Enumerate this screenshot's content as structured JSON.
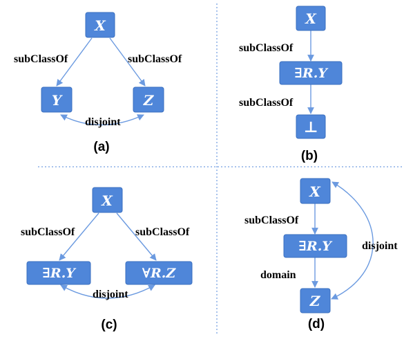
{
  "colors": {
    "node": "#4f86d9",
    "edge": "#6b9ae0",
    "divider": "#4f86d9"
  },
  "panels": {
    "a": {
      "caption": "(a)",
      "nodes": {
        "x": "X",
        "y": "Y",
        "z": "Z"
      },
      "edges": {
        "x_y": "subClassOf",
        "x_z": "subClassOf",
        "y_z": "disjoint"
      }
    },
    "b": {
      "caption": "(b)",
      "nodes": {
        "x": "X",
        "ry": "∃R.Y",
        "bottom": "⊥"
      },
      "edges": {
        "x_ry": "subClassOf",
        "ry_bottom": "subClassOf"
      }
    },
    "c": {
      "caption": "(c)",
      "nodes": {
        "x": "X",
        "ry": "∃R.Y",
        "rz": "∀R.Z"
      },
      "edges": {
        "x_ry": "subClassOf",
        "x_rz": "subClassOf",
        "ry_rz": "disjoint"
      }
    },
    "d": {
      "caption": "(d)",
      "nodes": {
        "x": "X",
        "ry": "∃R.Y",
        "z": "Z"
      },
      "edges": {
        "x_ry": "subClassOf",
        "ry_z": "domain",
        "z_x": "disjoint"
      }
    }
  }
}
